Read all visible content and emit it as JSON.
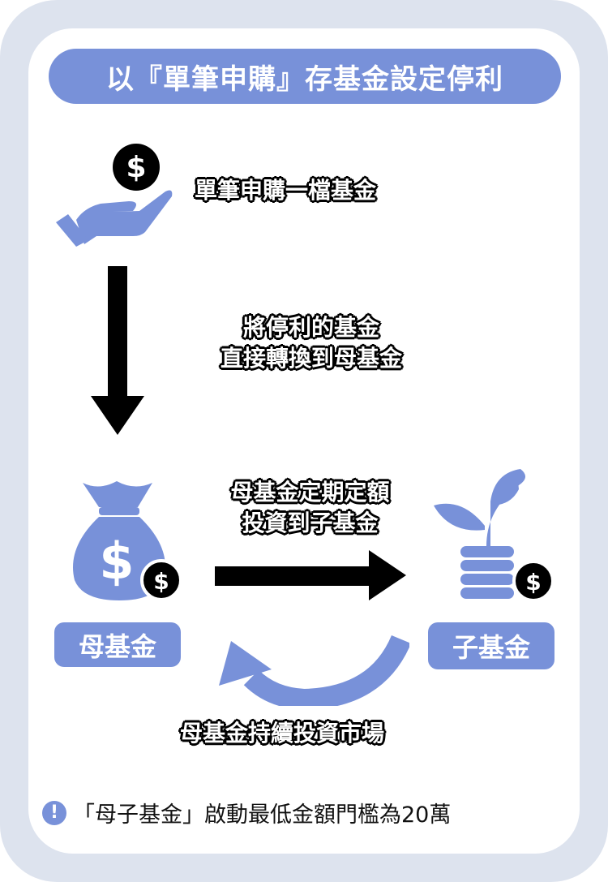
{
  "title": "以『單筆申購』存基金設定停利",
  "step1": "單筆申購一檔基金",
  "step2_line1": "將停利的基金",
  "step2_line2": "直接轉換到母基金",
  "step3_line1": "母基金定期定額",
  "step3_line2": "投資到子基金",
  "parent_fund": "母基金",
  "child_fund": "子基金",
  "loop_text": "母基金持續投資市場",
  "note_icon": "!",
  "note": "「母子基金」啟動最低金額門檻為20萬",
  "colors": {
    "accent": "#7891d9",
    "frame": "#dde3ee"
  }
}
